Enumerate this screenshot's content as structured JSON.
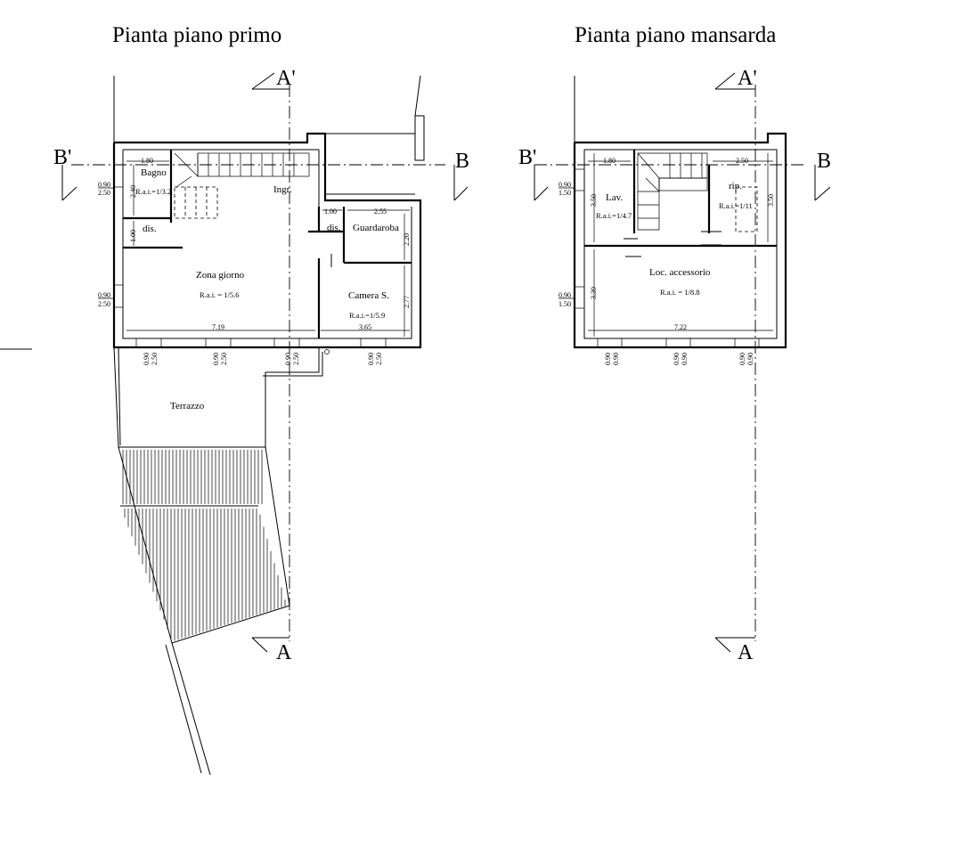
{
  "titles": {
    "first_floor": "Pianta piano primo",
    "attic": "Pianta piano mansarda"
  },
  "sections": {
    "a": "A",
    "a_prime": "A'",
    "b": "B",
    "b_prime": "B'"
  },
  "first_floor": {
    "rooms": {
      "bagno": "Bagno",
      "ingresso": "Ingr.",
      "dis1": "dis.",
      "dis2": "dis.",
      "guardaroba": "Guardaroba",
      "zona_giorno": "Zona giorno",
      "camera": "Camera S.",
      "terrazzo": "Terrazzo"
    },
    "rai": {
      "bagno": "R.a.i.=1/3.2",
      "zona_giorno": "R.a.i. = 1/5.6",
      "camera": "R.a.i.=1/5.9"
    },
    "dims": {
      "bagno_w": "1.80",
      "bagno_h": "2.40",
      "dis_h": "1.00",
      "dis_w": "1.00",
      "guard_w": "2.55",
      "guard_h": "2.20",
      "camera_h": "2.77",
      "total_w": "7.19",
      "camera_w": "3.65"
    },
    "windows": {
      "side_top_a": "0.90",
      "side_top_b": "2.50",
      "side_mid_a": "0.90",
      "side_mid_b": "2.50",
      "bottom": [
        {
          "a": "0.90",
          "b": "2.50"
        },
        {
          "a": "0.90",
          "b": "2.50"
        },
        {
          "a": "0.90",
          "b": "2.50"
        },
        {
          "a": "0.90",
          "b": "2.50"
        }
      ]
    }
  },
  "attic": {
    "rooms": {
      "lav": "Lav.",
      "rip": "rip.",
      "loc": "Loc. accessorio"
    },
    "rai": {
      "lav": "R.a.i.=1/4.7",
      "rip": "R.a.i.=1/11",
      "loc": "R.a.i. = 1/8.8"
    },
    "dims": {
      "left_w": "1.80",
      "right_w": "2.50",
      "left_h": "3.50",
      "right_h": "3.50",
      "low_h": "3.39",
      "total_w": "7.22"
    },
    "windows": {
      "side_top_a": "0.90",
      "side_top_b": "1.50",
      "side_mid_a": "0.90",
      "side_mid_b": "1.50",
      "bottom": [
        {
          "a": "0.90",
          "b": "0.90"
        },
        {
          "a": "0.90",
          "b": "0.90"
        },
        {
          "a": "0.90",
          "b": "0.90"
        }
      ]
    }
  }
}
